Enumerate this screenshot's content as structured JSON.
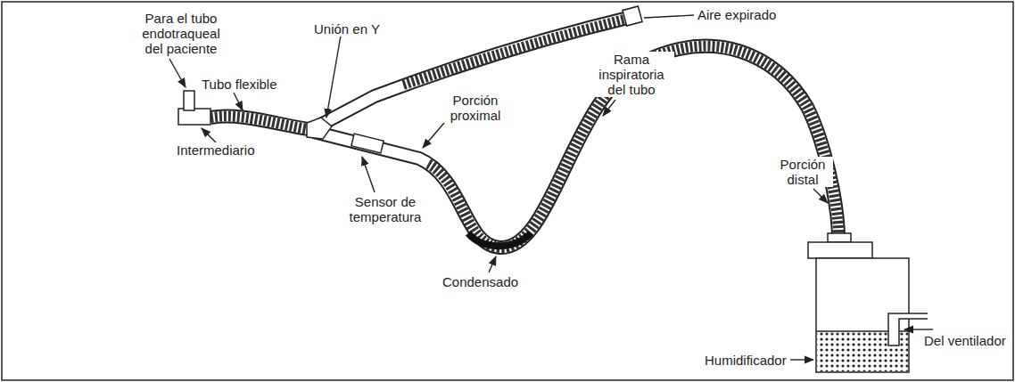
{
  "diagram": {
    "labels": [
      "Para el tubo endotraqueal del paciente",
      "Unión en Y",
      "Aire expirado",
      "Tubo flexible",
      "Rama inspiratoria del tubo",
      "Porción proximal",
      "Intermediario",
      "Sensor de temperatura",
      "Condensado",
      "Porción distal",
      "Del ventilador",
      "Humidificador"
    ]
  }
}
